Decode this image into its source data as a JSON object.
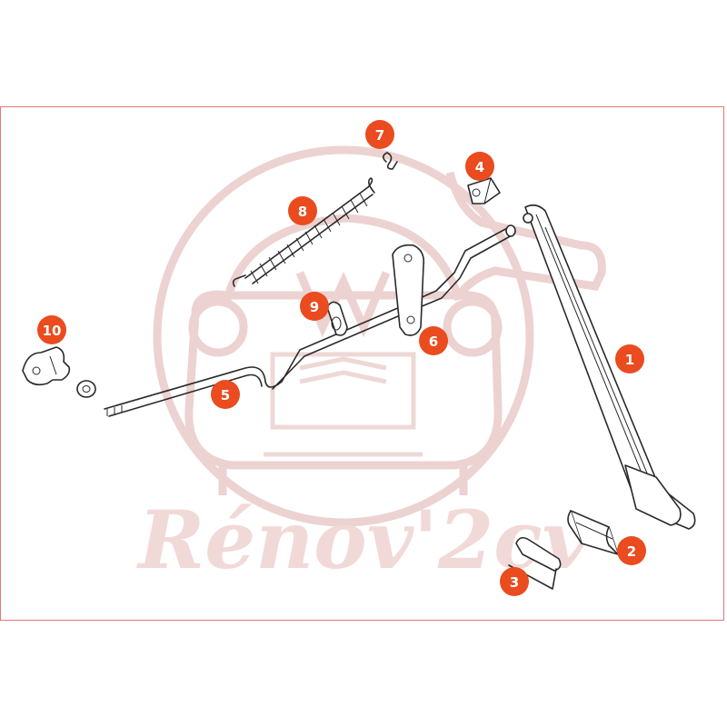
{
  "watermark": {
    "brand_text": "Rénov'2cv"
  },
  "callouts": [
    {
      "id": "callout-1",
      "label": "1"
    },
    {
      "id": "callout-2",
      "label": "2"
    },
    {
      "id": "callout-3",
      "label": "3"
    },
    {
      "id": "callout-4",
      "label": "4"
    },
    {
      "id": "callout-5",
      "label": "5"
    },
    {
      "id": "callout-6",
      "label": "6"
    },
    {
      "id": "callout-7",
      "label": "7"
    },
    {
      "id": "callout-8",
      "label": "8"
    },
    {
      "id": "callout-9",
      "label": "9"
    },
    {
      "id": "callout-10",
      "label": "10"
    }
  ],
  "colors": {
    "frame": "#e07a75",
    "callout": "#ea4b1f",
    "watermark": "#ecd2d0",
    "line_art": "#2a2a2a"
  },
  "icons": [
    "accelerator-pedal-icon",
    "pedal-pad-icon",
    "pedal-hinge-clip-icon",
    "pedal-stop-bracket-icon",
    "accelerator-rod-icon",
    "lever-plate-icon",
    "spring-clip-icon",
    "return-spring-icon",
    "rod-bushing-icon",
    "rod-mounting-bracket-icon",
    "washer-icon"
  ]
}
